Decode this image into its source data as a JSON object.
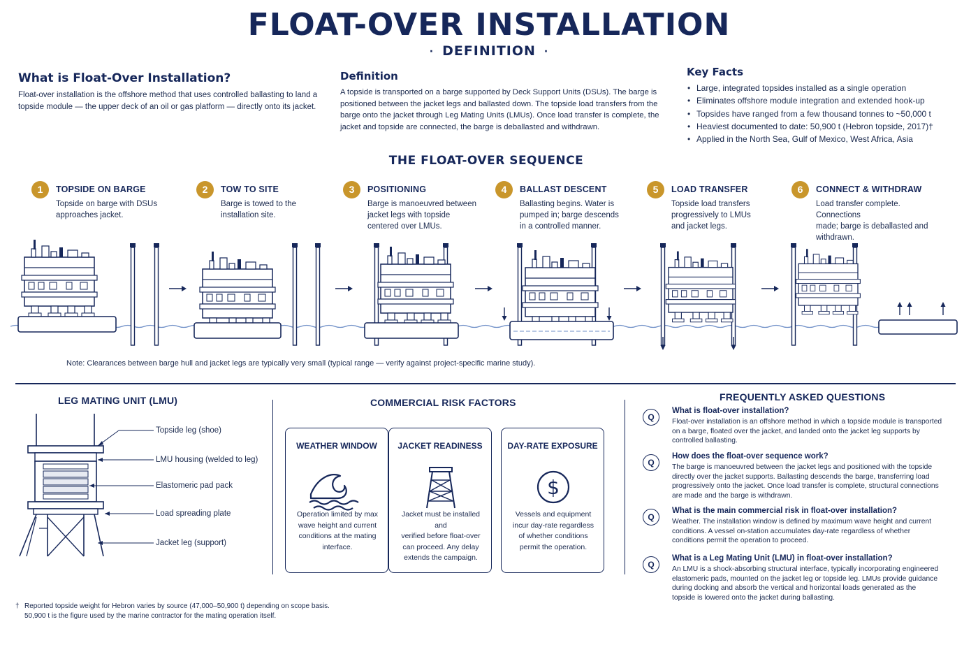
{
  "header": {
    "title": "FLOAT-OVER INSTALLATION",
    "subtitle": "DEFINITION",
    "bullet": "·"
  },
  "intro": {
    "what_heading": "What is Float-Over Installation?",
    "what_l1": "Float-over installation is the offshore method that uses controlled ballasting to land a",
    "what_l2": "topside module — the upper deck of an oil or gas platform — directly onto its jacket.",
    "def_heading": "Definition",
    "def_l1": "A topside is transported on a barge supported by Deck Support Units (DSUs). The barge is",
    "def_l2": "positioned between the jacket legs and ballasted down. The topside load transfers from the",
    "def_l3": "barge onto the jacket through Leg Mating Units (LMUs). Once load transfer is complete, the",
    "def_l4": "jacket and topside are connected, the barge is deballasted and withdrawn.",
    "facts_heading": "Key Facts",
    "facts": [
      "Large, integrated topsides installed as a single operation",
      "Eliminates offshore module integration and extended hook-up",
      "Topsides have ranged from a few thousand tonnes to ~50,000 t",
      "Heaviest documented to date: 50,900 t (Hebron topside, 2017)†",
      "Applied in the North Sea, Gulf of Mexico, West Africa, Asia"
    ]
  },
  "sequence": {
    "title": "THE FLOAT-OVER SEQUENCE",
    "steps": [
      {
        "num": "1",
        "label": "TOPSIDE ON BARGE",
        "d1": "Topside on barge with DSUs",
        "d2": "approaches jacket.",
        "d3": ""
      },
      {
        "num": "2",
        "label": "TOW TO SITE",
        "d1": "Barge is towed to the",
        "d2": "installation site.",
        "d3": ""
      },
      {
        "num": "3",
        "label": "POSITIONING",
        "d1": "Barge is manoeuvred between",
        "d2": "jacket legs with topside",
        "d3": "centered over LMUs."
      },
      {
        "num": "4",
        "label": "BALLAST DESCENT",
        "d1": "Ballasting begins. Water is",
        "d2": "pumped in; barge descends",
        "d3": "in a controlled manner."
      },
      {
        "num": "5",
        "label": "LOAD TRANSFER",
        "d1": "Topside load transfers",
        "d2": "progressively to LMUs",
        "d3": "and jacket legs."
      },
      {
        "num": "6",
        "label": "CONNECT & WITHDRAW",
        "d1": "Load transfer complete. Connections",
        "d2": "made; barge is deballasted and",
        "d3": "withdrawn."
      }
    ],
    "note": "Note: Clearances between barge hull and jacket legs are typically very small (typical range — verify against project-specific marine study)."
  },
  "lmu": {
    "heading": "LEG MATING UNIT (LMU)",
    "labels": [
      "Topside leg (shoe)",
      "LMU housing (welded to leg)",
      "Elastomeric pad pack",
      "Load spreading plate",
      "Jacket leg (support)"
    ]
  },
  "risks": {
    "heading": "COMMERCIAL RISK FACTORS",
    "cards": [
      {
        "title": "WEATHER WINDOW",
        "icon": "wave-icon",
        "d1": "Operation limited by max",
        "d2": "wave height and current",
        "d3": "conditions at the mating",
        "d4": "interface."
      },
      {
        "title": "JACKET READINESS",
        "icon": "jacket-tower-icon",
        "d1": "Jacket must be installed and",
        "d2": "verified before float-over",
        "d3": "can proceed. Any delay",
        "d4": "extends the campaign."
      },
      {
        "title": "DAY-RATE EXPOSURE",
        "icon": "dollar-icon",
        "d1": "Vessels and equipment",
        "d2": "incur day-rate regardless",
        "d3": "of whether conditions",
        "d4": "permit the operation."
      }
    ]
  },
  "faq": {
    "heading": "FREQUENTLY ASKED QUESTIONS",
    "q_symbol": "Q",
    "items": [
      {
        "q": "What is float-over installation?",
        "lines": [
          "Float-over installation is an offshore method in which a topside module is transported",
          "on a barge, floated over the jacket, and landed onto the jacket leg supports by",
          "controlled ballasting."
        ]
      },
      {
        "q": "How does the float-over sequence work?",
        "lines": [
          "The barge is manoeuvred between the jacket legs and positioned with the topside",
          "directly over the jacket supports. Ballasting descends the barge, transferring load",
          "progressively onto the jacket. Once load transfer is complete, structural connections",
          "are made and the barge is withdrawn."
        ]
      },
      {
        "q": "What is the main commercial risk in float-over installation?",
        "lines": [
          "Weather. The installation window is defined by maximum wave height and current",
          "conditions. A vessel on-station accumulates day-rate regardless of whether",
          "conditions permit the operation to proceed."
        ]
      },
      {
        "q": "What is a Leg Mating Unit (LMU) in float-over installation?",
        "lines": [
          "An LMU is a shock-absorbing structural interface, typically incorporating engineered",
          "elastomeric pads, mounted on the jacket leg or topside leg. LMUs provide guidance",
          "during docking and absorb the vertical and horizontal loads generated as the",
          "topside is lowered onto the jacket during ballasting."
        ]
      }
    ]
  },
  "footnote": {
    "dagger": "†",
    "l1": "Reported topside weight for Hebron varies by source (47,000–50,900 t) depending on scope basis.",
    "l2": "50,900 t is the figure used by the marine contractor for the mating operation itself."
  },
  "colors": {
    "navy": "#16275a",
    "gold": "#c9962b",
    "water": "#6f8fc7"
  }
}
